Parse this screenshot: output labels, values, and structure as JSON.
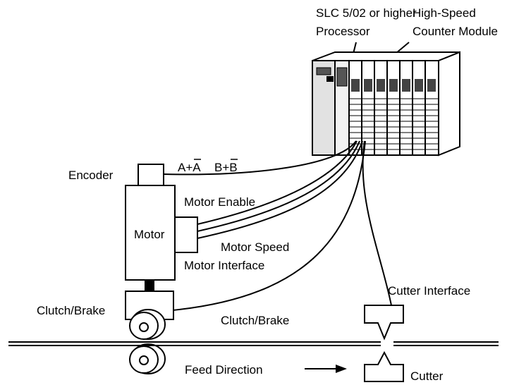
{
  "labels": {
    "processor_line1": "SLC 5/02 or higher",
    "processor_line2": "Processor",
    "hsc_line1": "High-Speed",
    "hsc_line2": "Counter Module",
    "encoder": "Encoder",
    "signals_a": "A+A",
    "signals_b": "B+B",
    "motor_enable": "Motor Enable",
    "motor": "Motor",
    "motor_speed": "Motor Speed",
    "motor_interface": "Motor Interface",
    "clutch_brake_left": "Clutch/Brake",
    "clutch_brake_wire": "Clutch/Brake",
    "cutter_interface": "Cutter Interface",
    "feed_direction": "Feed Direction",
    "cutter": "Cutter"
  }
}
